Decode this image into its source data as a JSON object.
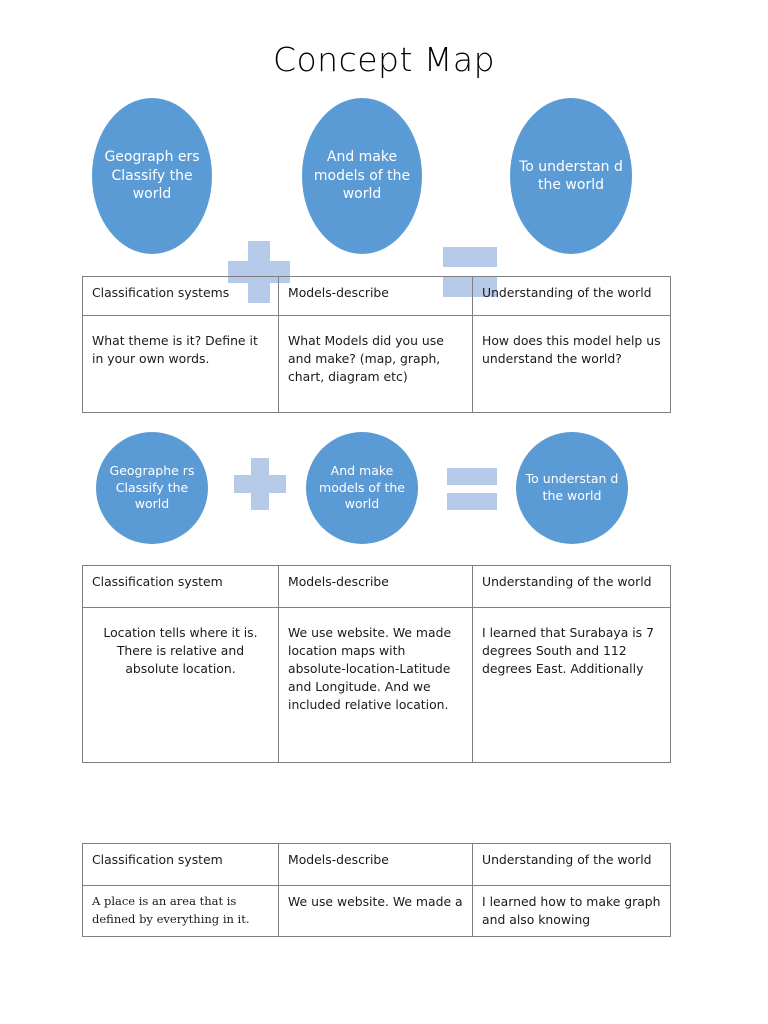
{
  "document": {
    "title": "Concept Map"
  },
  "diagrams": [
    {
      "name": "concept-equation-row-1",
      "shape": "ellipse",
      "nodes": [
        {
          "id": "classify",
          "text": "Geograph ers Classify the world"
        },
        {
          "id": "models",
          "text": "And make models of the world"
        },
        {
          "id": "understand",
          "text": "To understan d the world"
        }
      ],
      "operators": [
        {
          "id": "plus",
          "symbol": "+",
          "icon": "plus-icon"
        },
        {
          "id": "equals",
          "symbol": "=",
          "icon": "equals-icon"
        }
      ]
    },
    {
      "name": "concept-equation-row-2",
      "shape": "circle",
      "nodes": [
        {
          "id": "classify",
          "text": "Geographe rs Classify the world"
        },
        {
          "id": "models",
          "text": "And make models of the world"
        },
        {
          "id": "understand",
          "text": "To understan d the world"
        }
      ],
      "operators": [
        {
          "id": "plus",
          "symbol": "+",
          "icon": "plus-icon"
        },
        {
          "id": "equals",
          "symbol": "=",
          "icon": "equals-icon"
        }
      ]
    }
  ],
  "tables": [
    {
      "name": "prompt-table",
      "headers": [
        "Classification systems",
        "Models-describe",
        "Understanding of the world"
      ],
      "rows": [
        [
          "What theme is it? Define it in your own words.",
          "What Models did you use and make? (map, graph, chart, diagram etc)",
          "How does this model help us understand the world?"
        ]
      ]
    },
    {
      "name": "location-answers-table",
      "headers": [
        "Classification system",
        "Models-describe",
        "Understanding of the world"
      ],
      "rows": [
        [
          "Location tells where it is. There is relative and absolute location.",
          "We use website. We made location maps with absolute-location-Latitude and Longitude. And we included relative location.",
          "I learned that Surabaya is 7 degrees South and 112 degrees East. Additionally"
        ]
      ]
    },
    {
      "name": "place-answers-table",
      "headers": [
        "Classification system",
        "Models-describe",
        "Understanding of the world"
      ],
      "rows": [
        [
          "A place is an area that is defined by everything in it.",
          "We use website. We made a",
          "I learned how to make graph and also knowing"
        ]
      ]
    }
  ],
  "colors": {
    "shape_fill": "#5B9BD5",
    "operator_fill": "#B4CAE8",
    "shape_text": "#FFFFFF",
    "table_border": "#7F7F7F",
    "page_background": "#FFFFFF",
    "body_text": "#1A1A1A"
  }
}
